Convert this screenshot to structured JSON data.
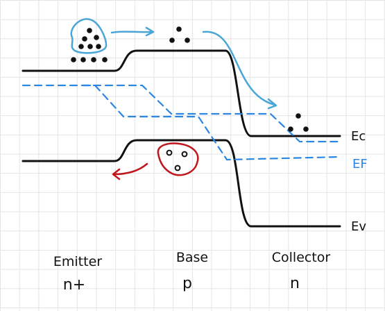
{
  "band_labels": {
    "conduction": "Ec",
    "fermi": "EF",
    "valence": "Ev"
  },
  "regions": [
    {
      "name": "Emitter",
      "doping": "n+"
    },
    {
      "name": "Base",
      "doping": "p"
    },
    {
      "name": "Collector",
      "doping": "n"
    }
  ],
  "colors": {
    "band_line": "#111111",
    "fermi_line": "#2a86e0",
    "electron_flow": "#4aa6d6",
    "hole_flow": "#c0161b",
    "grid": "#e4e4e4"
  }
}
